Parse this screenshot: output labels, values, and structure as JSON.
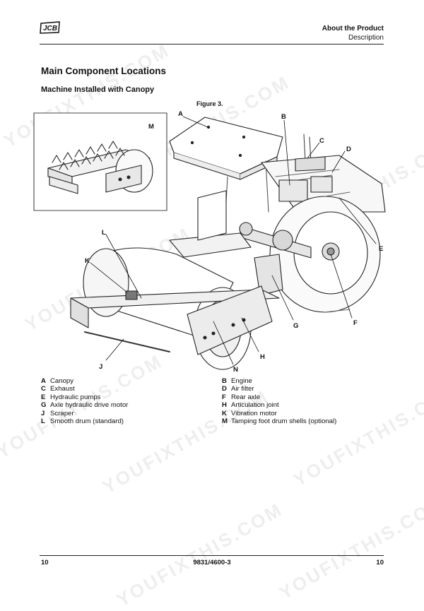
{
  "header": {
    "brand": "JCB",
    "section": "About the Product",
    "subsection": "Description"
  },
  "title": "Main Component Locations",
  "subtitle": "Machine Installed with Canopy",
  "figure_label": "Figure 3.",
  "callouts": [
    "A",
    "B",
    "C",
    "D",
    "E",
    "F",
    "G",
    "H",
    "J",
    "K",
    "L",
    "M",
    "N"
  ],
  "legend": {
    "col1": [
      {
        "key": "A",
        "text": "Canopy"
      },
      {
        "key": "C",
        "text": "Exhaust"
      },
      {
        "key": "E",
        "text": "Hydraulic pumps"
      },
      {
        "key": "G",
        "text": "Axle hydraulic drive motor"
      },
      {
        "key": "J",
        "text": "Scraper"
      },
      {
        "key": "L",
        "text": "Smooth drum (standard)"
      }
    ],
    "col2": [
      {
        "key": "B",
        "text": "Engine"
      },
      {
        "key": "D",
        "text": "Air filter"
      },
      {
        "key": "F",
        "text": "Rear axle"
      },
      {
        "key": "H",
        "text": "Articulation joint"
      },
      {
        "key": "K",
        "text": "Vibration motor"
      },
      {
        "key": "M",
        "text": "Tamping foot drum shells (optional)"
      }
    ]
  },
  "footer": {
    "page_left": "10",
    "doc_number": "9831/4600-3",
    "page_right": "10"
  },
  "watermark": "YOUFIXTHIS.COM"
}
